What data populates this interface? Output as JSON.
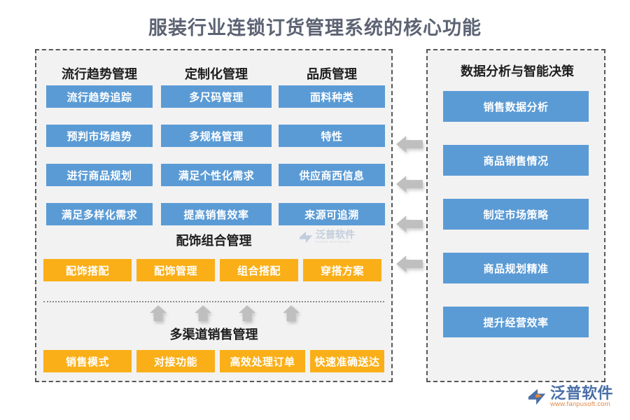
{
  "title": "服装行业连锁订货管理系统的核心功能",
  "colors": {
    "blue": "#5B9BD5",
    "orange": "#FAAF18",
    "panel_bg": "#F2F2F2",
    "panel_border": "#56585C",
    "title_text": "#5C6373",
    "brand_blue": "#4A6FA8",
    "brand_orange": "#E08A4A",
    "arrow_gray": "#BFBFBF"
  },
  "left_panel": {
    "column_headings": [
      "流行趋势管理",
      "定制化管理",
      "品质管理"
    ],
    "grid_rows": [
      [
        "流行趋势追踪",
        "多尺码管理",
        "面料种类"
      ],
      [
        "预判市场趋势",
        "多规格管理",
        "特性"
      ],
      [
        "进行商品规划",
        "满足个性化需求",
        "供应商西信息"
      ],
      [
        "满足多样化需求",
        "提高销售效率",
        "来源可追溯"
      ]
    ],
    "accessory_section": {
      "heading": "配饰组合管理",
      "items": [
        "配饰搭配",
        "配饰管理",
        "组合搭配",
        "穿搭方案"
      ]
    },
    "channel_section": {
      "heading": "多渠道销售管理",
      "items": [
        "销售模式",
        "对接功能",
        "高效处理订单",
        "快速准确送达"
      ]
    }
  },
  "right_panel": {
    "heading": "数据分析与智能决策",
    "items": [
      "销售数据分析",
      "商品销售情况",
      "制定市场策略",
      "商品规划精准",
      "提升经营效率"
    ]
  },
  "arrows": {
    "left_arrow_count": 4,
    "up_arrow_count": 4,
    "left_arrow_direction": "left",
    "up_arrow_direction": "up"
  },
  "watermark": {
    "cn": "泛普软件",
    "en": "FANPU SOFTWARE"
  },
  "brand": {
    "name_cn": "泛普软件",
    "url": "www.fanpusoft.com"
  }
}
